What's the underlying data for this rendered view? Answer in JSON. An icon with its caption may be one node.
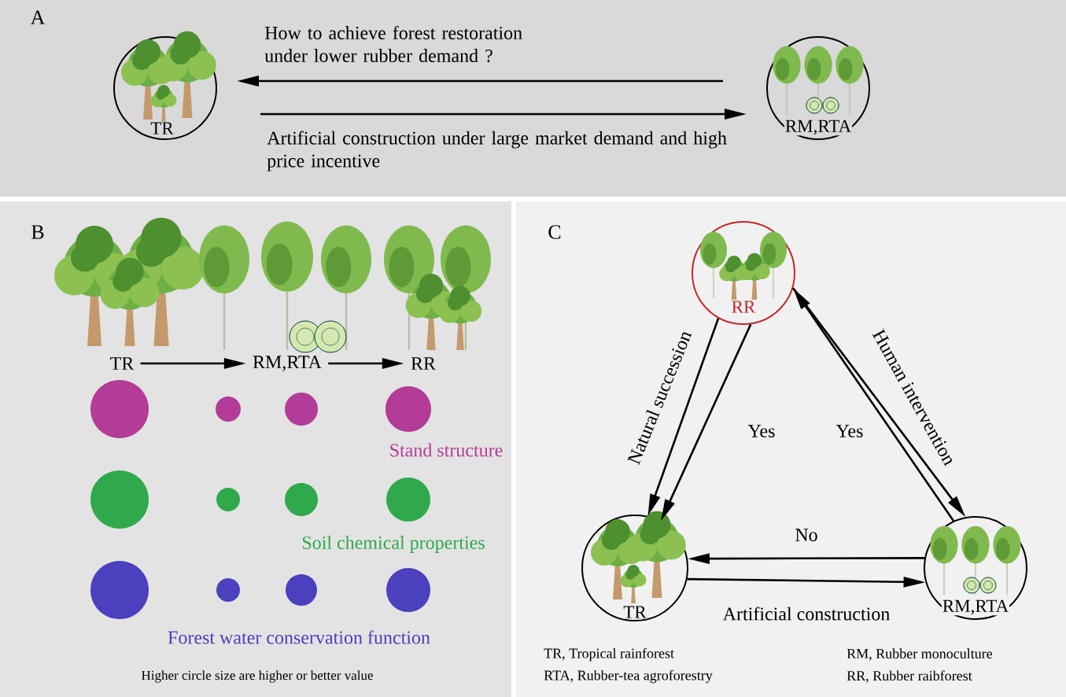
{
  "diagram": {
    "nodes": [
      {
        "text": [
          "A"
        ]
      },
      {
        "text": [
          "TR"
        ],
        "in": 0
      },
      {
        "text": [
          "RM,RTA"
        ],
        "in": 0
      },
      {
        "text": [
          "B"
        ]
      },
      {
        "text": [
          "TR"
        ],
        "in": 3
      },
      {
        "text": [
          "RM,RTA"
        ],
        "in": 3
      },
      {
        "text": [
          "RR"
        ],
        "in": 3
      },
      {
        "text": [
          "C"
        ]
      },
      {
        "text": [
          "RR"
        ],
        "in": 7
      },
      {
        "text": [
          "TR"
        ],
        "in": 7
      },
      {
        "text": [
          "RM,RTA"
        ],
        "in": 7
      }
    ],
    "edges": [
      {
        "from": 2,
        "to": 1,
        "arrow": "to",
        "label": "How to achieve forest restoration under lower rubber demand ?"
      },
      {
        "from": 1,
        "to": 2,
        "arrow": "to",
        "label": "Artificial construction under large market demand and high price incentive"
      },
      {
        "from": 4,
        "to": 5,
        "arrow": "to"
      },
      {
        "from": 5,
        "to": 6,
        "arrow": "to"
      },
      {
        "from": 8,
        "to": 9,
        "arrow": "to",
        "label": "Natural succession"
      },
      {
        "from": 8,
        "to": 9,
        "arrow": "to",
        "label": "Yes"
      },
      {
        "from": 10,
        "to": 8,
        "arrow": "to",
        "label": "Yes"
      },
      {
        "from": 8,
        "to": 10,
        "arrow": "to",
        "label": "Human intervention"
      },
      {
        "from": 10,
        "to": 9,
        "arrow": "to",
        "label": "No"
      },
      {
        "from": 9,
        "to": 10,
        "arrow": "to",
        "label": "Artificial construction"
      }
    ],
    "labels": [
      "Stand structure",
      "Soil chemical properties",
      "Forest water conservation function",
      "Higher circle size are higher or better value",
      "TR, Tropical rainforest",
      "RM, Rubber monoculture",
      "RTA, Rubber-tea agroforestry",
      "RR, Rubber raibforest"
    ]
  }
}
